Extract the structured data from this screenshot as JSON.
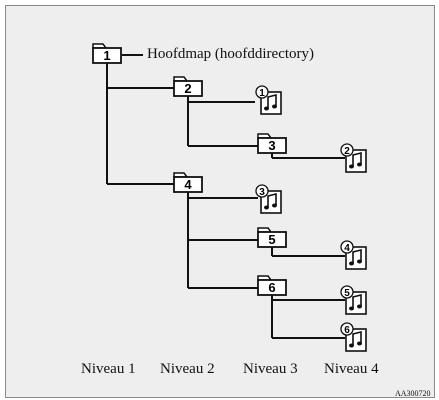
{
  "root_label": "Hoofdmap (hoofddirectory)",
  "folders": [
    {
      "number": "1",
      "level": "1"
    },
    {
      "number": "2",
      "level": "2"
    },
    {
      "number": "3",
      "level": "3"
    },
    {
      "number": "4",
      "level": "2"
    },
    {
      "number": "5",
      "level": "3"
    },
    {
      "number": "6",
      "level": "3"
    }
  ],
  "files": [
    {
      "number": "1",
      "in_folder": "2"
    },
    {
      "number": "2",
      "in_folder": "3"
    },
    {
      "number": "3",
      "in_folder": "4"
    },
    {
      "number": "4",
      "in_folder": "5"
    },
    {
      "number": "5",
      "in_folder": "6"
    },
    {
      "number": "6",
      "in_folder": "6"
    }
  ],
  "levels": [
    "Niveau 1",
    "Niveau 2",
    "Niveau 3",
    "Niveau 4"
  ],
  "figure_code": "AA300720",
  "icons": {
    "folder": "folder-icon",
    "file": "music-note-file-icon"
  },
  "colors": {
    "background": "#eeeeee",
    "line": "#111111",
    "frame": "#8a8a8a"
  }
}
